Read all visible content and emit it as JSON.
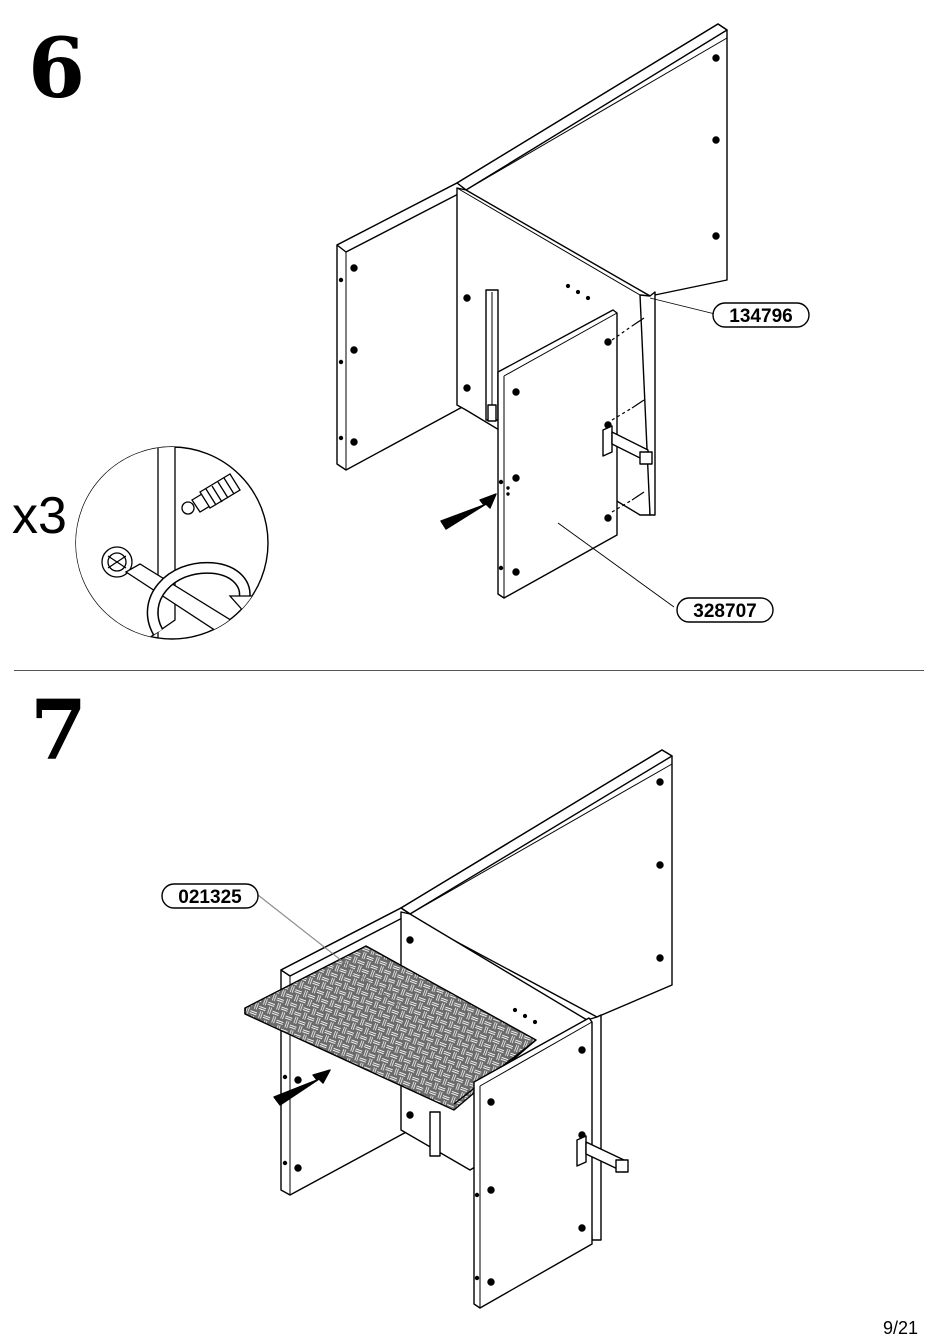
{
  "steps": [
    {
      "number": "6",
      "multiplier": "x3",
      "part_labels": [
        "134796",
        "328707"
      ]
    },
    {
      "number": "7",
      "part_labels": [
        "021325"
      ]
    }
  ],
  "page_number": "9/21",
  "icons": [
    "arrow-icon",
    "screwdriver-icon",
    "cam-screw-icon",
    "rotation-arrow-icon"
  ]
}
